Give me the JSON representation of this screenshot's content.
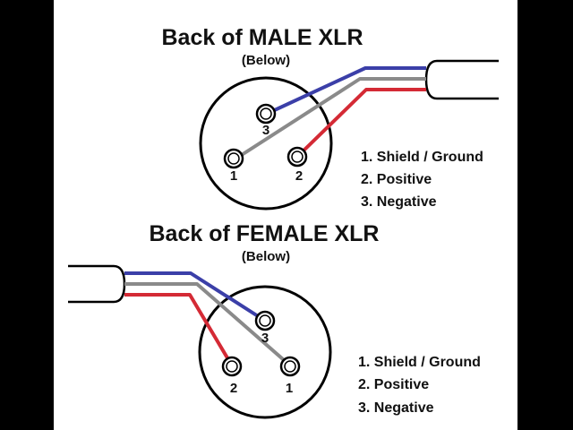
{
  "male": {
    "title": "Back of MALE XLR",
    "subtitle": "(Below)",
    "pins": {
      "p1": "1",
      "p2": "2",
      "p3": "3"
    },
    "legend": [
      "1. Shield / Ground",
      "2. Positive",
      "3. Negative"
    ]
  },
  "female": {
    "title": "Back of FEMALE XLR",
    "subtitle": "(Below)",
    "pins": {
      "p1": "1",
      "p2": "2",
      "p3": "3"
    },
    "legend": [
      "1. Shield / Ground",
      "2. Positive",
      "3. Negative"
    ]
  },
  "colors": {
    "negative_wire": "#3b3fa8",
    "ground_wire": "#8a8a8a",
    "positive_wire": "#d42a35",
    "background": "#000000",
    "panel": "#ffffff"
  }
}
